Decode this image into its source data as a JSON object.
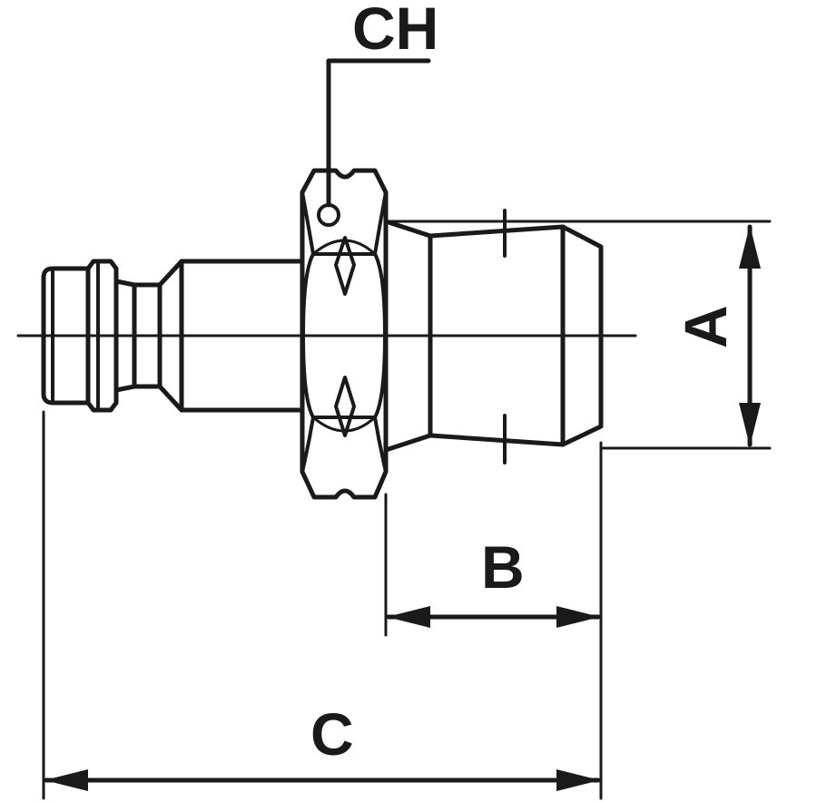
{
  "labels": {
    "ch": "CH",
    "a": "A",
    "b": "B",
    "c": "C"
  },
  "colors": {
    "line": "#1a1a1a",
    "background": "#ffffff"
  }
}
